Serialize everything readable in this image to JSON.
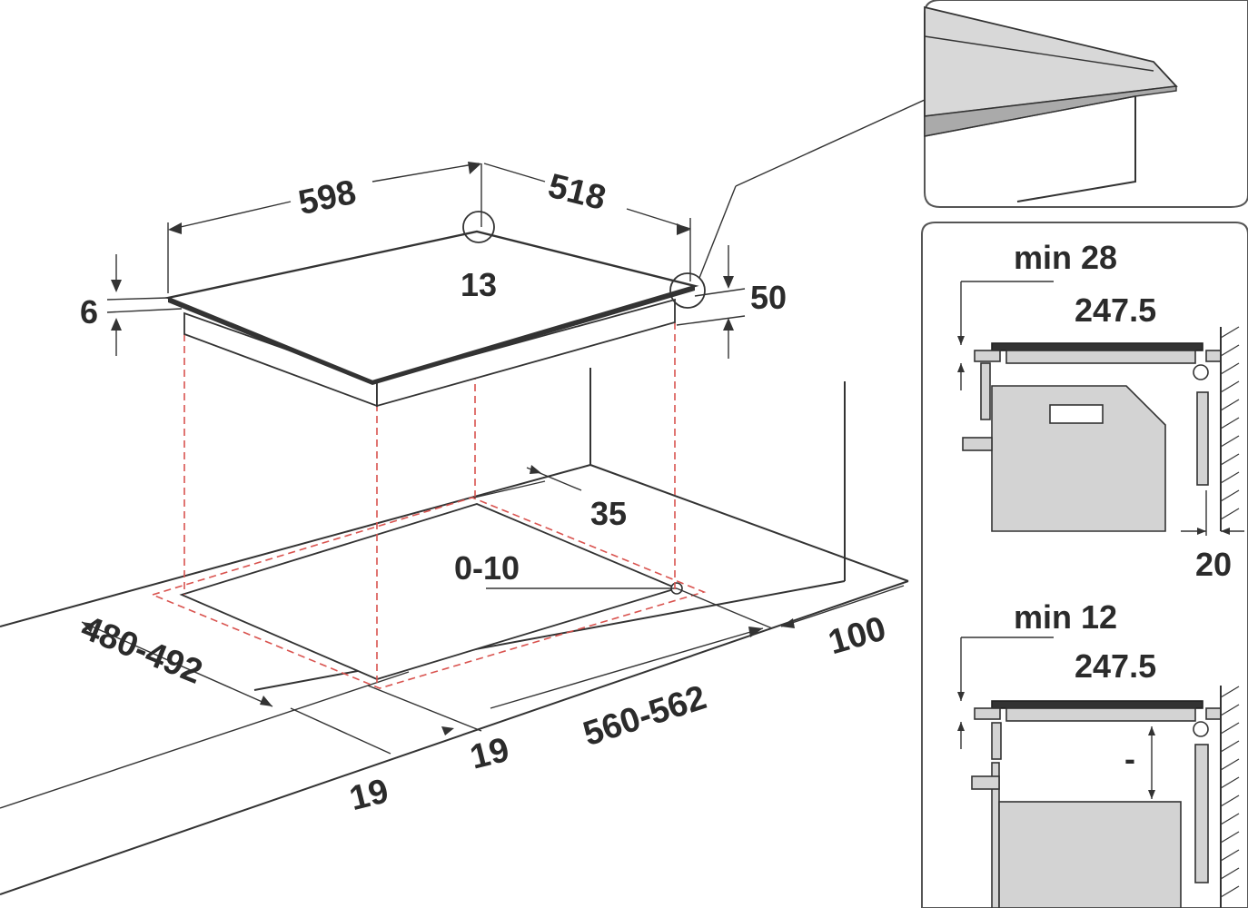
{
  "labels": {
    "width": "598",
    "depth": "518",
    "corner_radius": "13",
    "glass_thickness": "6",
    "body_height": "50",
    "offset_back": "35",
    "tolerance": "0-10",
    "cutout_depth": "480-492",
    "cutout_width": "560-562",
    "wall_clearance": "100",
    "front_margin_a": "19",
    "front_margin_b": "19"
  },
  "side_top": {
    "min_label": "min 28",
    "offset": "247.5",
    "wall_gap": "20"
  },
  "side_bottom": {
    "min_label": "min 12",
    "offset": "247.5",
    "gap_marker": "-"
  }
}
